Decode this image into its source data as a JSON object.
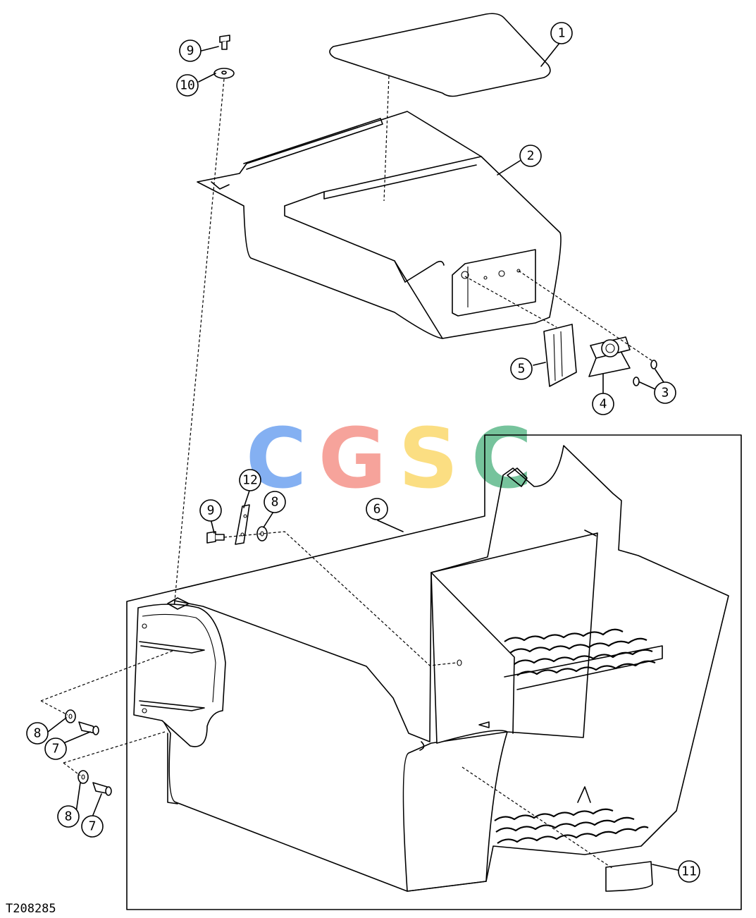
{
  "figure_id": "T208285",
  "watermark": {
    "letters": [
      "C",
      "G",
      "S",
      "C"
    ],
    "colors": [
      "#6fa3f0",
      "#f5948a",
      "#fbd96d",
      "#5fb98b"
    ]
  },
  "callouts": [
    {
      "id": "c1",
      "label": "1"
    },
    {
      "id": "c2",
      "label": "2"
    },
    {
      "id": "c3",
      "label": "3"
    },
    {
      "id": "c4",
      "label": "4"
    },
    {
      "id": "c5",
      "label": "5"
    },
    {
      "id": "c6",
      "label": "6"
    },
    {
      "id": "c7a",
      "label": "7"
    },
    {
      "id": "c7b",
      "label": "7"
    },
    {
      "id": "c8a",
      "label": "8"
    },
    {
      "id": "c8b",
      "label": "8"
    },
    {
      "id": "c8c",
      "label": "8"
    },
    {
      "id": "c9a",
      "label": "9"
    },
    {
      "id": "c9b",
      "label": "9"
    },
    {
      "id": "c10",
      "label": "10"
    },
    {
      "id": "c11",
      "label": "11"
    },
    {
      "id": "c12",
      "label": "12"
    }
  ]
}
